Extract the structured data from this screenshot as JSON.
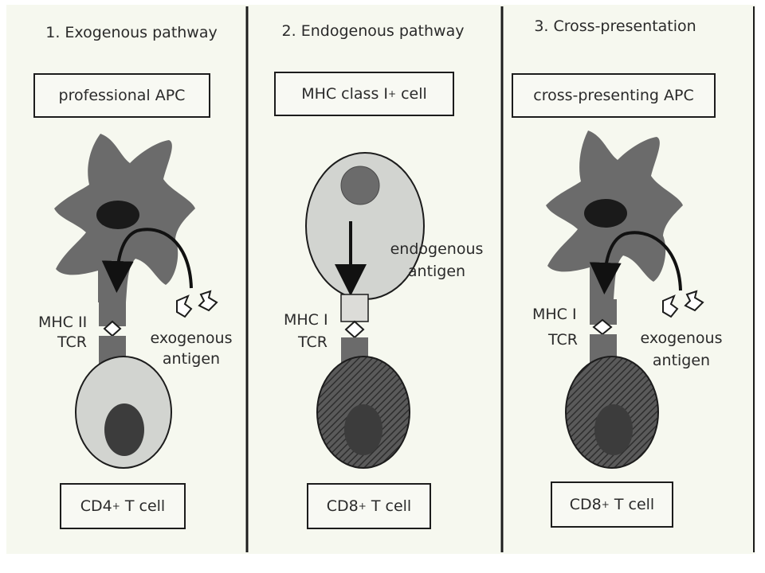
{
  "panels": [
    {
      "title": "1. Exogenous pathway",
      "apc_label": "professional APC",
      "mhc_label": "MHC II",
      "tcr_label": "TCR",
      "antigen_line1": "exogenous",
      "antigen_line2": "antigen",
      "tcell_prefix": "CD4",
      "tcell_sup": "+",
      "tcell_suffix": "T cell"
    },
    {
      "title": "2. Endogenous pathway",
      "apc_prefix": "MHC class I",
      "apc_sup": "+",
      "apc_suffix": "cell",
      "mhc_label": "MHC I",
      "tcr_label": "TCR",
      "antigen_line1": "endogenous",
      "antigen_line2": "antigen",
      "tcell_prefix": "CD8",
      "tcell_sup": "+",
      "tcell_suffix": "T cell"
    },
    {
      "title": "3. Cross-presentation",
      "apc_label": "cross-presenting APC",
      "mhc_label": "MHC I",
      "tcr_label": "TCR",
      "antigen_line1": "exogenous",
      "antigen_line2": "antigen",
      "tcell_prefix": "CD8",
      "tcell_sup": "+",
      "tcell_suffix": "T cell"
    }
  ],
  "colors": {
    "background": "#f6f8ef",
    "apc_gray": "#6b6b6b",
    "nucleus": "#1a1a1a",
    "cd4_cell": "#d2d4d0",
    "cd8_cell": "#5a5a5a",
    "line": "#1c1c1c"
  }
}
